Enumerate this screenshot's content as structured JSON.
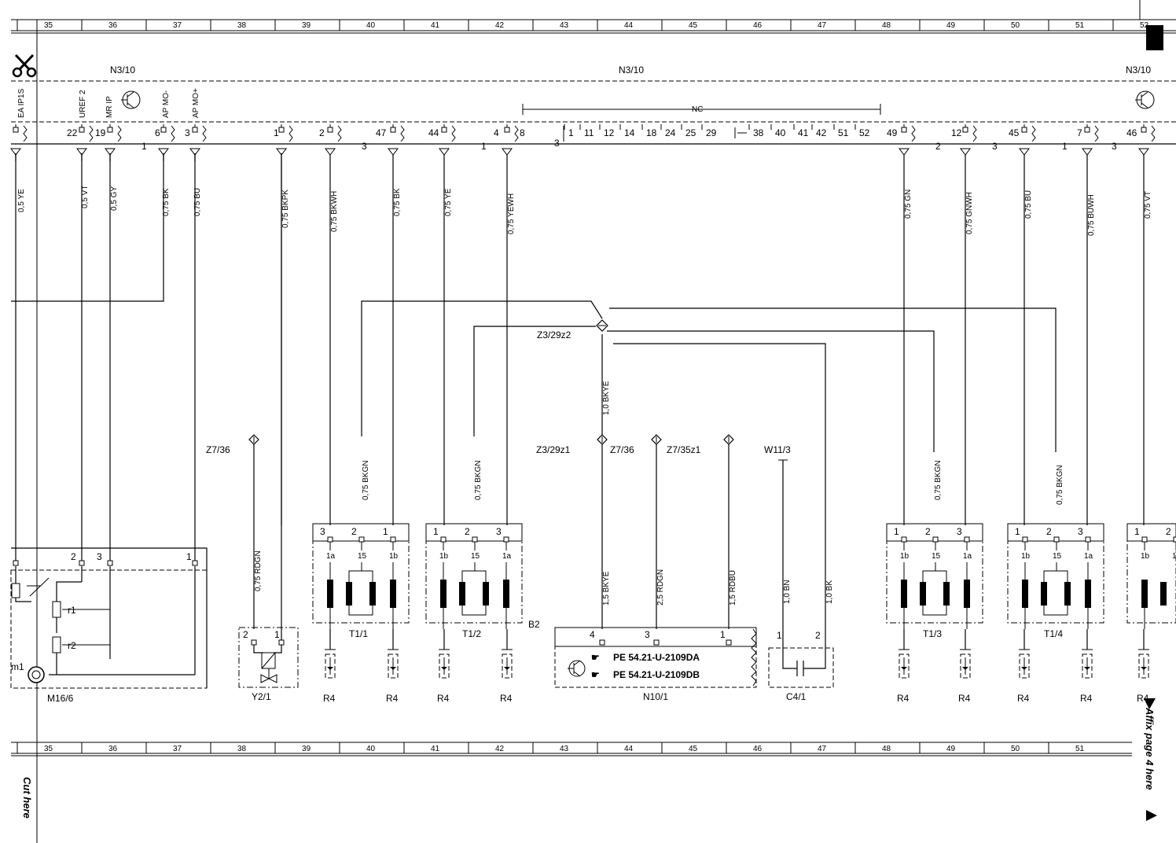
{
  "columns": [
    "35",
    "36",
    "37",
    "38",
    "39",
    "40",
    "41",
    "42",
    "43",
    "44",
    "45",
    "46",
    "47",
    "48",
    "49",
    "50",
    "51",
    "52"
  ],
  "columns_bottom": [
    "35",
    "36",
    "37",
    "38",
    "39",
    "40",
    "41",
    "42",
    "43",
    "44",
    "45",
    "46",
    "47",
    "48",
    "49",
    "50",
    "51"
  ],
  "header": {
    "n310_left": "N3/10",
    "n310_mid": "N3/10",
    "n310_right": "N3/10",
    "nc": "NC"
  },
  "signals": [
    "EA IP1S",
    "UREF 2",
    "MR IP",
    "AP MO-",
    "AP MO+"
  ],
  "pins": {
    "p22": "22",
    "p19": "19",
    "p6": "6",
    "p3a": "3",
    "p1a": "1",
    "p2a": "2",
    "p47": "47",
    "p44": "44",
    "p4": "4",
    "p8": "8",
    "p49": "49",
    "p12": "12",
    "p45": "45",
    "p7": "7",
    "p46": "46",
    "g1a": "1",
    "g3a": "3",
    "g1b": "1",
    "g3b": "3",
    "g2c": "2",
    "g3c": "3",
    "g1d": "1",
    "g3d": "3"
  },
  "nc_pins": [
    "1",
    "11",
    "12",
    "14",
    "18",
    "24",
    "25",
    "29",
    "38",
    "40",
    "41",
    "42",
    "51",
    "52"
  ],
  "wires": {
    "w1": "0,5 YE",
    "w2": "0,5 VT",
    "w3": "0,5 GY",
    "w4": "0,75 BK",
    "w5": "0,75 BU",
    "w6": "0,75 BKPK",
    "w7": "0,75 BKWH",
    "w8": "0,75 BK",
    "w9": "0,75 YE",
    "w10": "0,75 YEWH",
    "w11": "0,75 GN",
    "w12": "0,75 GNWH",
    "w13": "0,75 BU",
    "w14": "0,75 BUWH",
    "w15": "0,75 VT",
    "w16": "1,0 BKYE",
    "w17": "0,75 BKGN",
    "w18": "0,75 BKGN",
    "w19": "0,75 BKGN",
    "w20": "0,75 BKGN",
    "w21": "0,75 RDGN",
    "w22": "1,5 BKYE",
    "w23": "2,5 RDGN",
    "w24": "1,5 RDBU",
    "w25": "1,0 BN",
    "w26": "1,0 BK"
  },
  "labels": {
    "z329z2": "Z3/29z2",
    "z736a": "Z7/36",
    "z329z1": "Z3/29z1",
    "z736b": "Z7/36",
    "z735z1": "Z7/35z1",
    "w113": "W11/3",
    "t11": "T1/1",
    "t12": "T1/2",
    "t13": "T1/3",
    "t14": "T1/4",
    "b2": "B2",
    "m166": "M16/6",
    "y21": "Y2/1",
    "n101": "N10/1",
    "c41": "C4/1",
    "r1": "r1",
    "r2": "r2",
    "m1": "m1",
    "r4": "R4"
  },
  "coil": {
    "p1a": "1a",
    "p15": "15",
    "p1b": "1b"
  },
  "n10_pins": {
    "a": "4",
    "b": "3",
    "c": "1"
  },
  "c4_pins": {
    "a": "1",
    "b": "2"
  },
  "box_pins": {
    "one": "1",
    "two": "2",
    "three": "3"
  },
  "pe_refs": [
    "PE 54.21-U-2109DA",
    "PE 54.21-U-2109DB"
  ],
  "cut_here": "Cut here",
  "affix": "Affix page 4 here"
}
